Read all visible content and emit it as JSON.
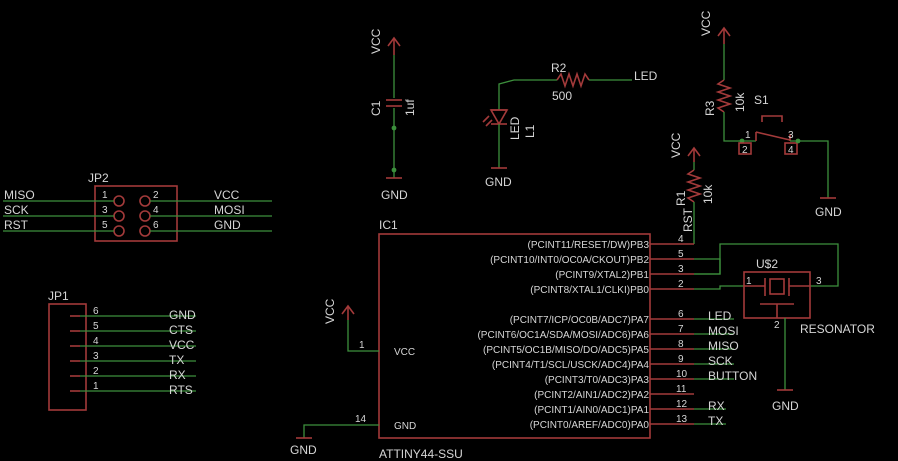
{
  "power": {
    "vcc": "VCC",
    "gnd": "GND"
  },
  "ic1": {
    "ref": "IC1",
    "value": "ATTINY44-SSU",
    "vcc_pin": "VCC",
    "gnd_pin": "GND",
    "pins": [
      {
        "num": "4",
        "name": "(PCINT11/RESET/DW)PB3",
        "net": ""
      },
      {
        "num": "5",
        "name": "(PCINT10/INT0/OC0A/CKOUT)PB2",
        "net": ""
      },
      {
        "num": "3",
        "name": "(PCINT9/XTAL2)PB1",
        "net": ""
      },
      {
        "num": "2",
        "name": "(PCINT8/XTAL1/CLKI)PB0",
        "net": ""
      },
      {
        "num": "6",
        "name": "(PCINT7/ICP/OC0B/ADC7)PA7",
        "net": "LED"
      },
      {
        "num": "7",
        "name": "(PCINT6/OC1A/SDA/MOSI/ADC6)PA6",
        "net": "MOSI"
      },
      {
        "num": "8",
        "name": "(PCINT5/OC1B/MISO/DO/ADC5)PA5",
        "net": "MISO"
      },
      {
        "num": "9",
        "name": "(PCINT4/T1/SCL/USCK/ADC4)PA4",
        "net": "SCK"
      },
      {
        "num": "10",
        "name": "(PCINT3/T0/ADC3)PA3",
        "net": "BUTTON"
      },
      {
        "num": "11",
        "name": "(PCINT2/AIN1/ADC2)PA2",
        "net": ""
      },
      {
        "num": "12",
        "name": "(PCINT1/AIN0/ADC1)PA1",
        "net": "RX"
      },
      {
        "num": "13",
        "name": "(PCINT0/AREF/ADC0)PA0",
        "net": "TX"
      }
    ],
    "pin_vcc": "1",
    "pin_gnd": "14"
  },
  "jp2": {
    "ref": "JP2",
    "left": [
      {
        "net": "MISO",
        "pin": "1"
      },
      {
        "net": "SCK",
        "pin": "3"
      },
      {
        "net": "RST",
        "pin": "5"
      }
    ],
    "right": [
      {
        "net": "VCC",
        "pin": "2"
      },
      {
        "net": "MOSI",
        "pin": "4"
      },
      {
        "net": "GND",
        "pin": "6"
      }
    ]
  },
  "jp1": {
    "ref": "JP1",
    "pins": [
      {
        "pin": "6",
        "net": "GND"
      },
      {
        "pin": "5",
        "net": "CTS"
      },
      {
        "pin": "4",
        "net": "VCC"
      },
      {
        "pin": "3",
        "net": "TX"
      },
      {
        "pin": "2",
        "net": "RX"
      },
      {
        "pin": "1",
        "net": "RTS"
      }
    ]
  },
  "c1": {
    "ref": "C1",
    "value": "1uf"
  },
  "r1": {
    "ref": "R1",
    "value": "10k",
    "net": "RST"
  },
  "r2": {
    "ref": "R2",
    "value": "500",
    "net": "LED"
  },
  "r3": {
    "ref": "R3",
    "value": "10k"
  },
  "l1": {
    "ref": "L1",
    "value": "LED"
  },
  "s1": {
    "ref": "S1",
    "pins": [
      "1",
      "2",
      "3",
      "4"
    ]
  },
  "resonator": {
    "ref": "U$2",
    "value": "RESONATOR",
    "pins": [
      "1",
      "2",
      "3"
    ]
  }
}
